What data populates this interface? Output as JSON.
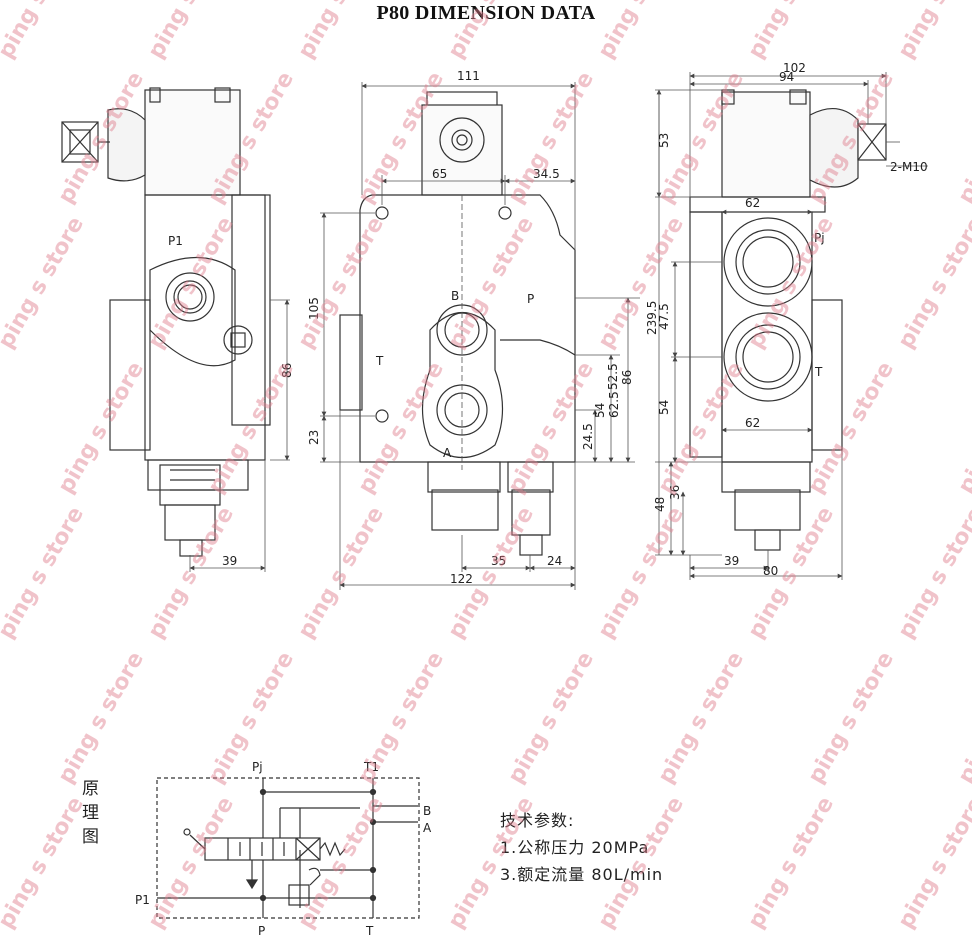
{
  "title": "P80 DIMENSION DATA",
  "watermark": "ping s store",
  "colors": {
    "line": "#333333",
    "dim": "#555555",
    "watermark": "#e07b8b"
  },
  "left_view": {
    "labels": {
      "p1": "P1"
    },
    "dims": {
      "height_86": "86",
      "width_39": "39"
    }
  },
  "front_view": {
    "labels": {
      "b": "B",
      "p": "P",
      "t": "T",
      "a": "A"
    },
    "dims": {
      "top_111": "111",
      "d65": "65",
      "d34_5": "34.5",
      "h105": "105",
      "h23": "23",
      "h24_5": "24.5",
      "h54": "54",
      "h62_5": "62.5",
      "h52_5": "52.5",
      "h86": "86",
      "b35": "35",
      "b24": "24",
      "b122": "122"
    }
  },
  "right_view": {
    "labels": {
      "pj": "Pj",
      "t": "T",
      "m10": "2-M10"
    },
    "dims": {
      "w102": "102",
      "w94": "94",
      "h53": "53",
      "w62_top": "62",
      "h239_5": "239.5",
      "h47_5": "47.5",
      "h54": "54",
      "w62_bot": "62",
      "h48": "48",
      "h36": "36",
      "w39": "39",
      "w80": "80"
    }
  },
  "schematic": {
    "caption": [
      "原",
      "理",
      "图"
    ],
    "ports": {
      "pj": "Pj",
      "t1": "T1",
      "b": "B",
      "a": "A",
      "p1": "P1",
      "p": "P",
      "t": "T"
    }
  },
  "specs": {
    "heading": "技术参数:",
    "line1": "1.公称压力  20MPa",
    "line2": "3.额定流量  80L/min"
  }
}
